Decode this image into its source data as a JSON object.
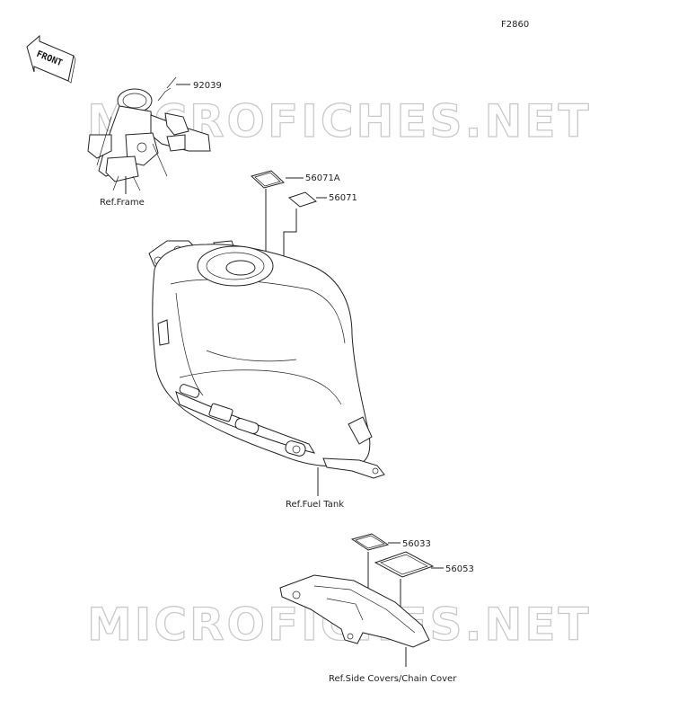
{
  "figure_id": "F2860",
  "front_label": "FRONT",
  "watermark": "MICROFICHES.NET",
  "parts": {
    "p92039": "92039",
    "p56071A": "56071A",
    "p56071": "56071",
    "p56033": "56033",
    "p56053": "56053"
  },
  "refs": {
    "frame": "Ref.Frame",
    "fuel_tank": "Ref.Fuel Tank",
    "side_covers": "Ref.Side Covers/Chain Cover"
  }
}
